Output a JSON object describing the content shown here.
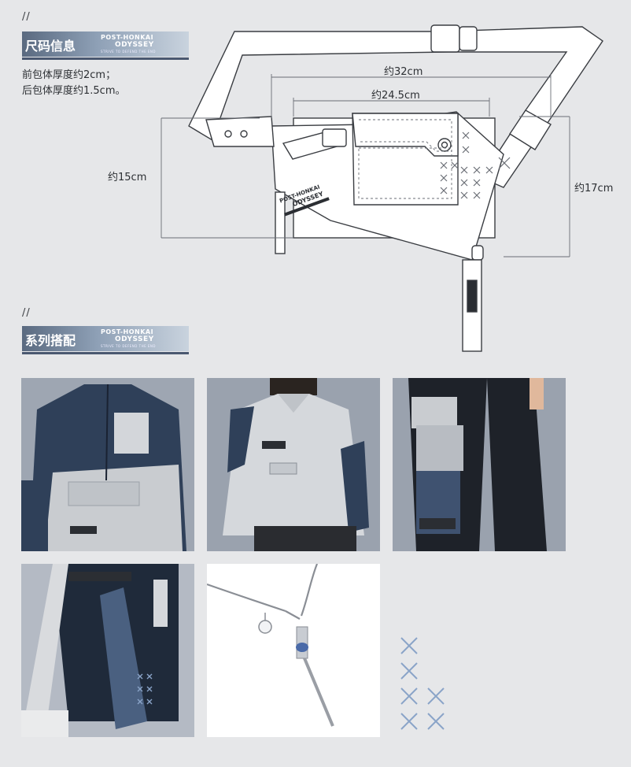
{
  "section1": {
    "marker": "//",
    "title": "尺码信息",
    "logo_line1": "POST-HONKAI",
    "logo_line2": "ODYSSEY",
    "logo_line3": "STRIVE TO DEFEND THE END"
  },
  "notes": [
    "前包体厚度约2cm；",
    "后包体厚度约1.5cm。"
  ],
  "dimensions": {
    "width_total": "约32cm",
    "width_front": "约24.5cm",
    "height_left": "约15cm",
    "height_right": "约17cm"
  },
  "bag_print": {
    "logo1": "POST-HONKAI",
    "logo2": "ODYSSEY"
  },
  "section2": {
    "marker": "//",
    "title": "系列搭配",
    "logo_line1": "POST-HONKAI",
    "logo_line2": "ODYSSEY",
    "logo_line3": "STRIVE TO DEFEND THE END"
  },
  "colors": {
    "background": "#e6e7e9",
    "navy": "#2e3d55",
    "light_gray": "#c9ccd0",
    "accent_blue": "#8aa4c8"
  }
}
